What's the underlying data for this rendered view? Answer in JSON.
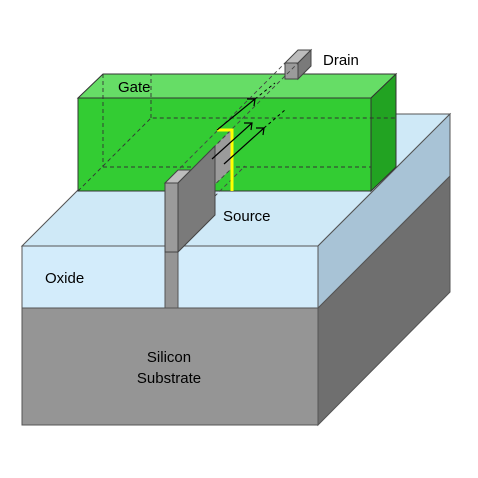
{
  "labels": {
    "drain": "Drain",
    "gate": "Gate",
    "source": "Source",
    "oxide": "Oxide",
    "substrate_line1": "Silicon",
    "substrate_line2": "Substrate"
  },
  "colors": {
    "substrate_front": "#959595",
    "substrate_side": "#6f6f6f",
    "oxide_front": "#d3ecfb",
    "oxide_top": "#cfe9f7",
    "oxide_side": "#a8c3d6",
    "gate_front": "#33cc33",
    "gate_top": "#66dd66",
    "gate_side": "#22a322",
    "fin_front": "#9b9b9b",
    "fin_top": "#bdbdbd",
    "fin_side": "#7a7a7a",
    "channel_highlight": "#ffff00"
  }
}
